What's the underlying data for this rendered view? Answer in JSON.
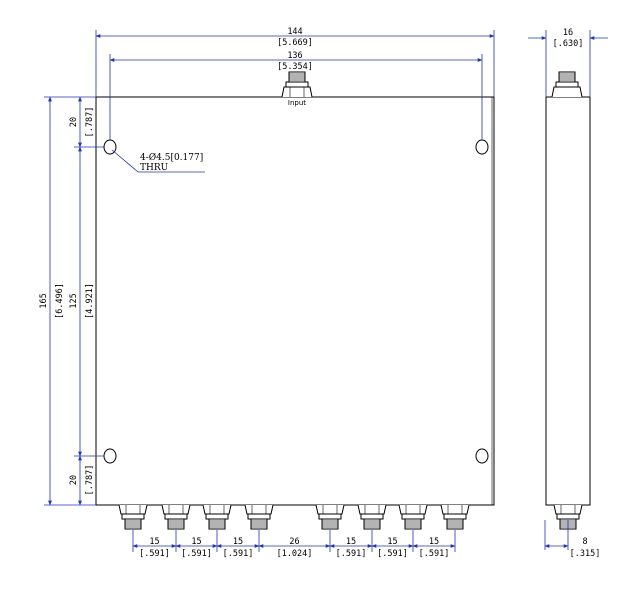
{
  "input_label": "Input",
  "top_dims": {
    "overall_mm": "144",
    "overall_in": "[5.669]",
    "holes_mm": "136",
    "holes_in": "[5.354]"
  },
  "side_dims": {
    "thickness_mm": "16",
    "thickness_in": "[.630]",
    "connector_mm": "8",
    "connector_in": "[.315]"
  },
  "left_dims": {
    "height_mm": "165",
    "height_in": "[6.496]",
    "hole_span_mm": "125",
    "hole_span_in": "[4.921]",
    "top_edge_mm": "20",
    "top_edge_in": "[.787]",
    "bottom_edge_mm": "20",
    "bottom_edge_in": "[.787]"
  },
  "hole_note": {
    "line1": "4-Ø4.5[0.177]",
    "line2": "THRU"
  },
  "bottom_dims": [
    {
      "mm": "15",
      "in": "[.591]"
    },
    {
      "mm": "15",
      "in": "[.591]"
    },
    {
      "mm": "15",
      "in": "[.591]"
    },
    {
      "mm": "26",
      "in": "[1.024]"
    },
    {
      "mm": "15",
      "in": "[.591]"
    },
    {
      "mm": "15",
      "in": "[.591]"
    },
    {
      "mm": "15",
      "in": "[.591]"
    }
  ],
  "colors": {
    "outline": "#000000",
    "dimension": "#1a2fd6"
  }
}
